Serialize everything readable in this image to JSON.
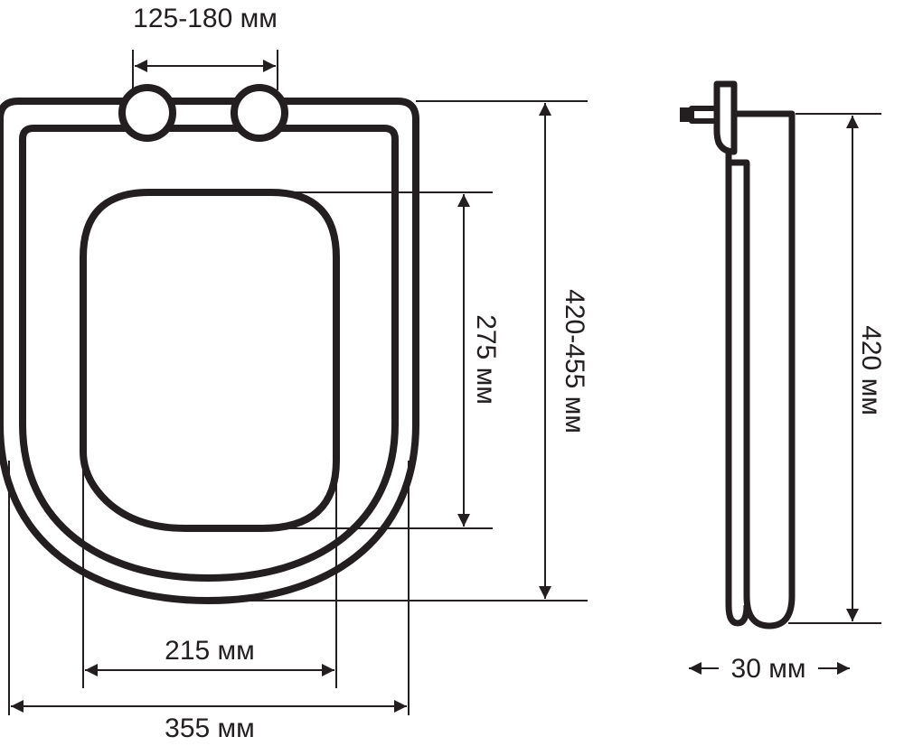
{
  "front_view": {
    "hinge_spacing_label": "125-180 мм",
    "length_label": "420-455 мм",
    "opening_length_label": "275 мм",
    "opening_width_label": "215 мм",
    "overall_width_label": "355 мм"
  },
  "side_view": {
    "length_label": "420 мм",
    "thickness_label": "30 мм"
  },
  "colors": {
    "line": "#231f20",
    "background": "#ffffff"
  }
}
